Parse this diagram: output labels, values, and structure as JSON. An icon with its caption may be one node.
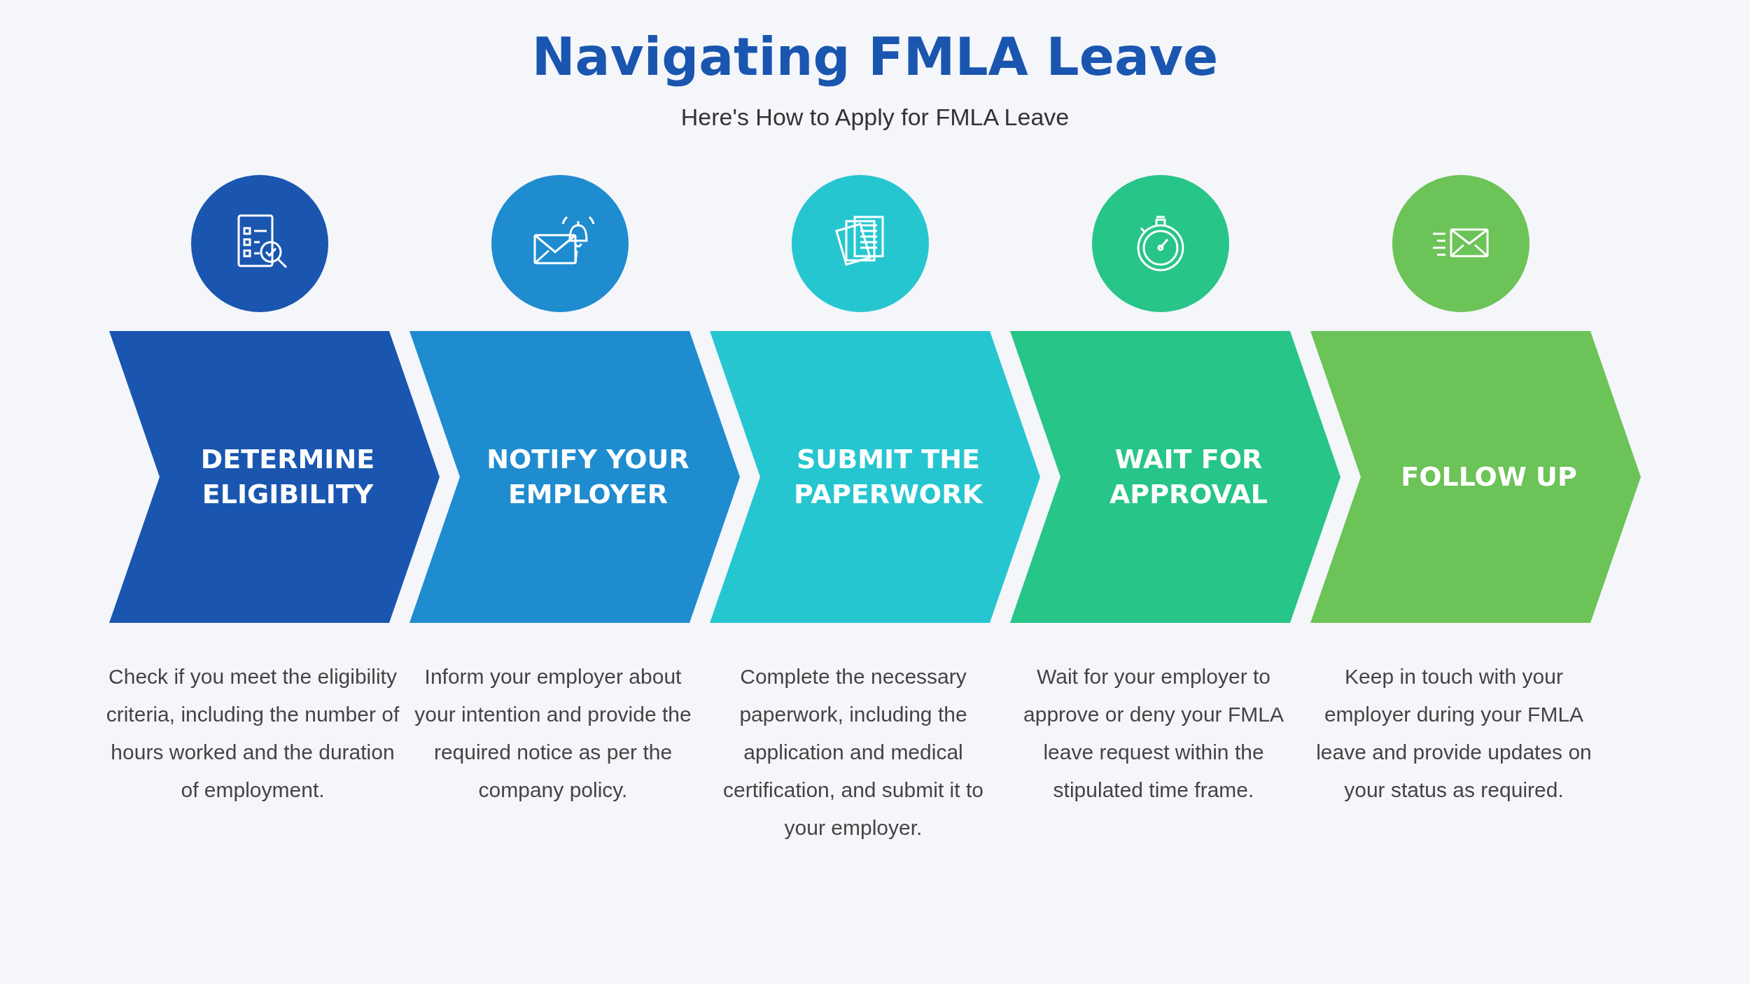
{
  "diagram": {
    "title": "Navigating FMLA Leave",
    "nodes": [
      {
        "text": [
          "DETERMINE ELIGIBILITY"
        ],
        "beside": [
          "Check if you meet the eligibility criteria, including the number of hours worked and the duration of employment."
        ]
      },
      {
        "text": [
          "NOTIFY YOUR EMPLOYER"
        ],
        "beside": [
          "Inform your employer about your intention and provide the required notice as per the company policy."
        ]
      },
      {
        "text": [
          "SUBMIT THE PAPERWORK"
        ],
        "beside": [
          "Complete the necessary paperwork, including the application and medical certification, and submit it to your employer."
        ]
      },
      {
        "text": [
          "WAIT FOR APPROVAL"
        ],
        "beside": [
          "Wait for your employer to approve or deny your FMLA leave request within the stipulated time frame."
        ]
      },
      {
        "text": [
          "FOLLOW UP"
        ],
        "beside": [
          "Keep in touch with your employer during your FMLA leave and provide updates on your status as required."
        ]
      }
    ],
    "labels": [
      "Here's How to Apply for FMLA Leave"
    ]
  }
}
